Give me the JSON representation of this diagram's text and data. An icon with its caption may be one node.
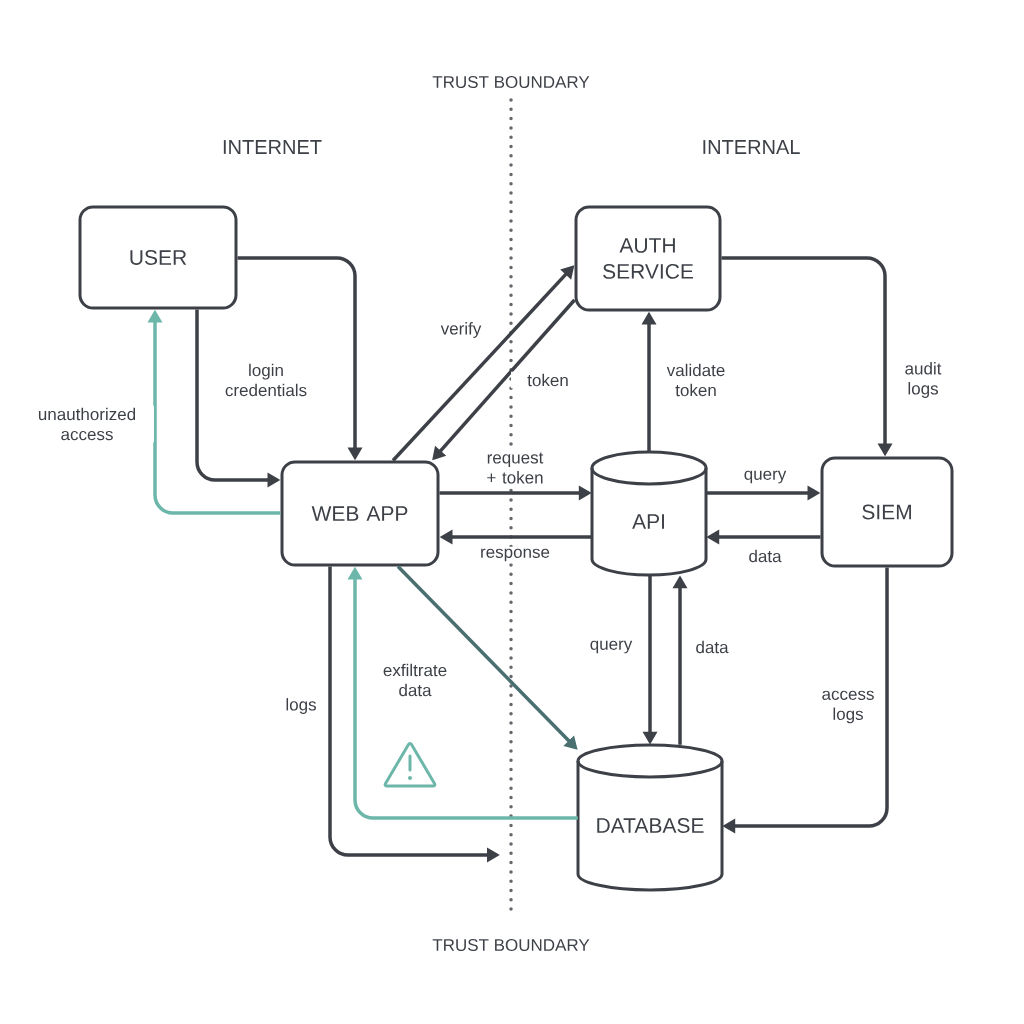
{
  "diagram": {
    "nodes": [
      {
        "text": [
          "USER"
        ]
      },
      {
        "text": [
          "AUTH SERVICE"
        ]
      },
      {
        "text": [
          "WEB APP"
        ]
      },
      {
        "text": [
          "API"
        ]
      },
      {
        "text": [
          "SIEM"
        ]
      },
      {
        "text": [
          "DATABASE"
        ]
      }
    ],
    "edges": [
      {
        "from": 0,
        "to": 2,
        "arrow": "to",
        "label": "login credentials"
      },
      {
        "from": 0,
        "to": 2,
        "arrow": "to"
      },
      {
        "from": 2,
        "to": 0,
        "arrow": "to",
        "label": "unauthorized access",
        "color": "#6db7aa"
      },
      {
        "from": 2,
        "to": 1,
        "arrow": "to",
        "label": "verify"
      },
      {
        "from": 1,
        "to": 2,
        "arrow": "to",
        "label": "token"
      },
      {
        "from": 2,
        "to": 3,
        "arrow": "to",
        "label": "request + token"
      },
      {
        "from": 3,
        "to": 2,
        "arrow": "to",
        "label": "response"
      },
      {
        "from": 3,
        "to": 1,
        "arrow": "to",
        "label": "validate token"
      },
      {
        "from": 1,
        "to": 4,
        "arrow": "to",
        "label": "audit logs"
      },
      {
        "from": 3,
        "to": 4,
        "arrow": "to",
        "label": "query"
      },
      {
        "from": 4,
        "to": 3,
        "arrow": "to",
        "label": "data"
      },
      {
        "from": 3,
        "to": 5,
        "arrow": "to",
        "label": "query"
      },
      {
        "from": 5,
        "to": 3,
        "arrow": "to",
        "label": "data"
      },
      {
        "from": 4,
        "to": 5,
        "arrow": "to",
        "label": "access logs"
      },
      {
        "from": 2,
        "to": 5,
        "arrow": "to",
        "label": "exfiltrate data",
        "color": "#4a6f70"
      },
      {
        "from": 5,
        "to": 2,
        "arrow": "to",
        "color": "#6db7aa"
      },
      {
        "from": 2,
        "to": null,
        "arrow": "to",
        "label": "logs"
      }
    ],
    "labels": [
      "TRUST BOUNDARY",
      "INTERNET",
      "INTERNAL",
      "TRUST BOUNDARY"
    ]
  }
}
